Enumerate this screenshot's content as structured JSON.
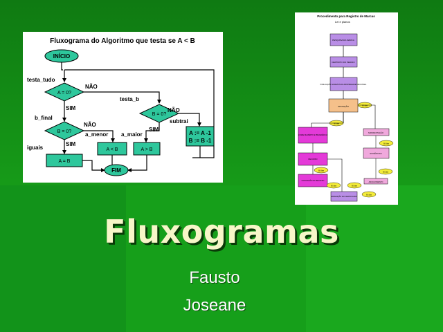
{
  "slide": {
    "title": "Fluxogramas",
    "authors": [
      "Fausto",
      "Joseane"
    ]
  },
  "left_flowchart": {
    "heading": "Fluxograma do Algoritmo que testa se A < B",
    "start": "INÍCIO",
    "end": "FIM",
    "labels": {
      "testa_tudo": "testa_tudo",
      "testa_b": "testa_b",
      "b_final": "b_final",
      "iguais": "iguais",
      "a_menor": "a_menor",
      "a_maior": "a_maior",
      "subtrai": "subtrai"
    },
    "decisions": [
      "A = 0?",
      "B = 0?",
      "B = 0?"
    ],
    "branch_yes": "SIM",
    "branch_no": "NÃO",
    "boxes": [
      "A = B",
      "A < B",
      "A > B",
      "A := A -1",
      "B := B -1"
    ]
  },
  "right_flowchart": {
    "heading": "Procedimento para Registro de Marcas",
    "subheading": "Lei e planos",
    "steps": [
      "PESQUISA DA MARCA",
      "DEPÓSITO DO PEDIDO",
      "PUBLICAÇÃO NA REVISTA DA PROPRIEDADE INDUSTRIAL",
      "OPOSIÇÃO",
      "EXAME DE MÉRITO E PRECEDÊNCIA",
      "MANIFESTAÇÃO",
      "EXIGÊNCIAS",
      "RECURSO",
      "CONCESSÃO DO REGISTRO",
      "ARQUIVAMENTO",
      "EXPEDIÇÃO DO CERTIFICADO"
    ],
    "badges": [
      "60 dias",
      "60 dias",
      "60 dias",
      "60 dias",
      "60 dias",
      "60 dias",
      "60 dias",
      "60 dias"
    ],
    "colors": {
      "violet": "#b98ee6",
      "orange": "#f5c08a",
      "magenta": "#e43ad8",
      "pink": "#f0a8dc",
      "yellow": "#f4ec3a"
    }
  },
  "colors": {
    "background": "#169a18",
    "title": "#f7f6c8",
    "flow_shape": "#2ec79c"
  }
}
